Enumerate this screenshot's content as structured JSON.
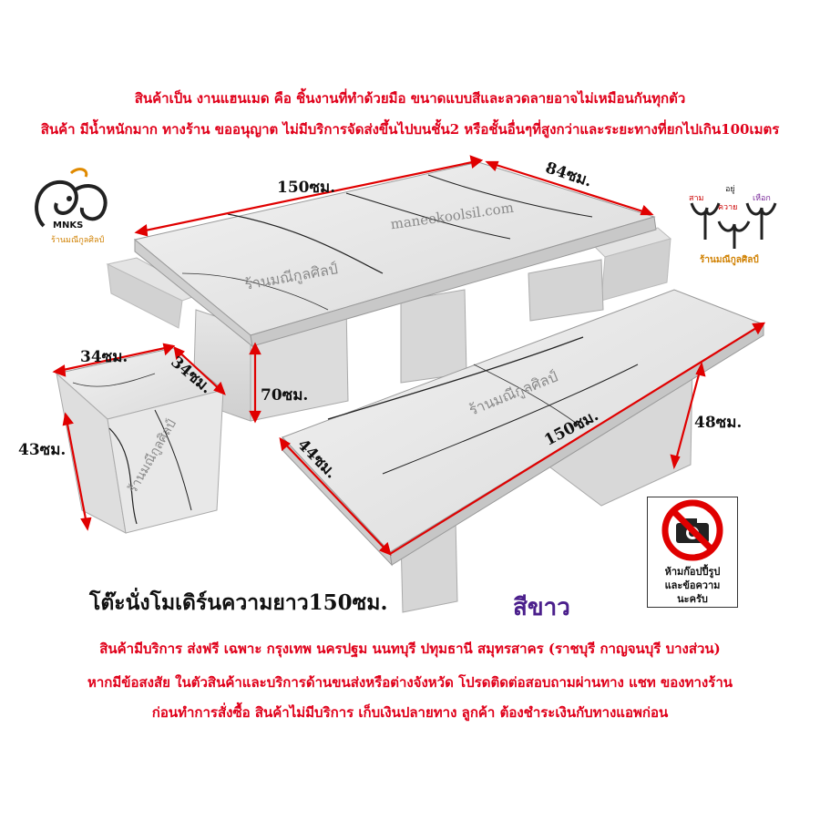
{
  "notice": {
    "line1": "สินค้าเป็น งานแฮนเมด คือ ชิ้นงานที่ทำด้วยมือ ขนาดแบบสีและลวดลายอาจไม่เหมือนกันทุกตัว",
    "line2": "สินค้า มีน้ำหนักมาก ทางร้าน ขออนุญาต ไม่มีบริการจัดส่งขึ้นไปบนชั้น2 หรือชั้นอื่นๆที่สูงกว่าและระยะทางที่ยกไปเกิน100เมตร"
  },
  "dimensions": {
    "table_length": "150ซม.",
    "table_width": "84ซม.",
    "table_height": "70ซม.",
    "stool_width": "34ซม.",
    "stool_depth": "34ซม.",
    "stool_height": "43ซม.",
    "bench_length": "150ซม.",
    "bench_width": "44ซม.",
    "bench_height": "48ซม."
  },
  "watermarks": {
    "site": "maneekoolsil.com",
    "shop1": "ร้านมณีกูลศิลป์",
    "shop2": "ร้านมณีกูลศิลป์",
    "shop3": "ร้านมณีกูลศิลป์"
  },
  "logo_left": {
    "abbr": "MNKS",
    "name": "ร้านมณีกูลศิลป์"
  },
  "logo_right": {
    "word1": "สาม",
    "word2": "อยู่",
    "word3": "ควาย",
    "word4": "เหือก",
    "name": "ร้านมณีกูลศิลป์"
  },
  "product": {
    "title": "โต๊ะนั่งโมเดิร์นความยาว150ซม.",
    "color_label": "สีขาว"
  },
  "no_photo_sign": {
    "icon": "no-camera-icon",
    "line1": "ห้ามก๊อปปี้รูป",
    "line2": "และข้อความ",
    "line3": "นะครับ"
  },
  "service": {
    "line1": "สินค้ามีบริการ ส่งฟรี เฉพาะ กรุงเทพ นครปฐม นนทบุรี ปทุมธานี สมุทรสาคร (ราชบุรี กาญจนบุรี บางส่วน)",
    "line2": "หากมีข้อสงสัย ในตัวสินค้าและบริการด้านขนส่งหรือต่างจังหวัด โปรดติดต่อสอบถามผ่านทาง แชท ของทางร้าน",
    "line3": "ก่อนทำการสั่งซื้อ สินค้าไม่มีบริการ เก็บเงินปลายทาง ลูกค้า ต้องชำระเงินกับทางแอพก่อน"
  },
  "colors": {
    "notice_red": "#e0001a",
    "color_label": "#4b1f8c",
    "arrow_red": "#e00000"
  }
}
